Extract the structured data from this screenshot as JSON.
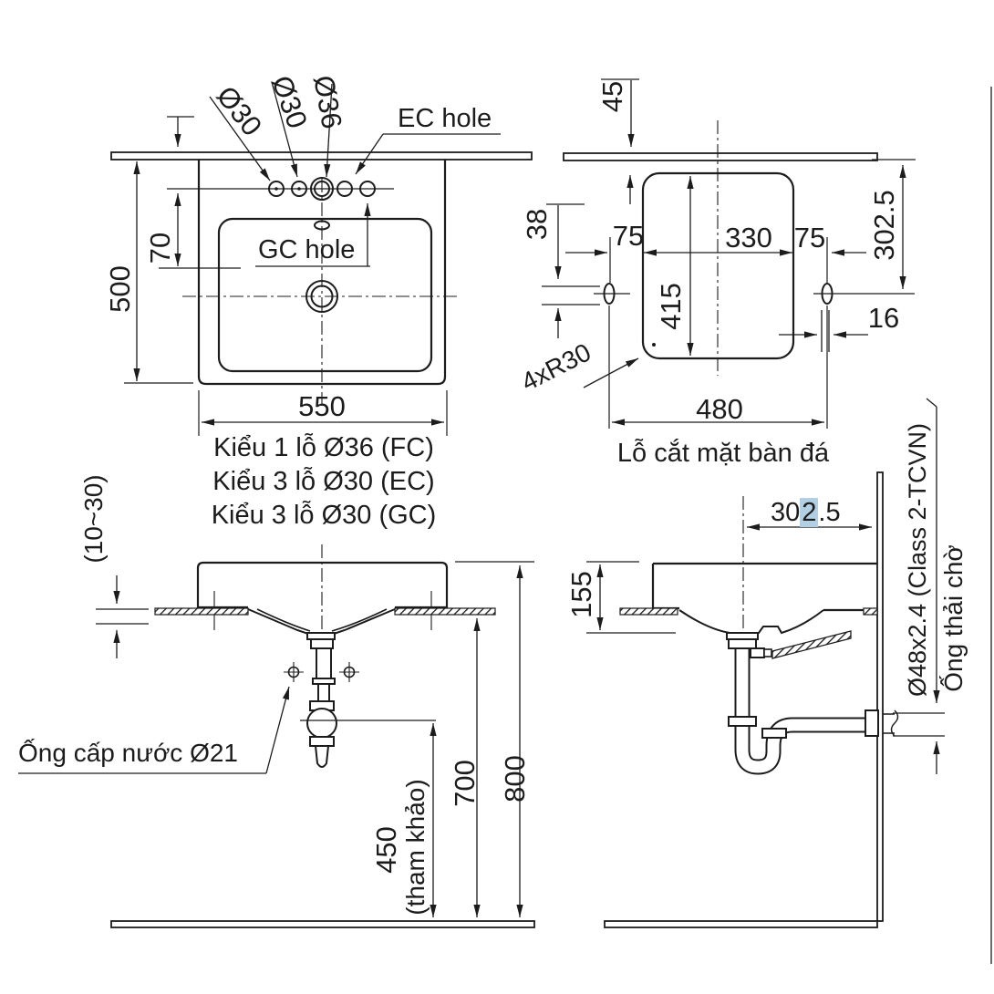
{
  "front_view": {
    "hole_label_1": "Ø30",
    "hole_label_2": "Ø30",
    "hole_label_3": "Ø36",
    "ec_hole": "EC hole",
    "gc_hole": "GC hole",
    "dim_height": "500",
    "dim_hole_offset": "70",
    "dim_width": "550",
    "type_line_1": "Kiểu 1 lỗ Ø36 (FC)",
    "type_line_2": "Kiểu 3 lỗ Ø30 (EC)",
    "type_line_3": "Kiểu 3 lỗ Ø30 (GC)"
  },
  "cutout_view": {
    "dim_top": "45",
    "dim_38": "38",
    "dim_left_margin": "75",
    "dim_center": "330",
    "dim_right_margin": "75",
    "dim_depth": "415",
    "dim_right_height": "302.5",
    "dim_slot": "16",
    "corner_radius": "4xR30",
    "dim_width": "480",
    "caption": "Lỗ cắt mặt bàn đá"
  },
  "front_install_view": {
    "dim_adjust": "(10~30)",
    "supply_pipe": "Ống cấp nước Ø21",
    "dim_450": "450",
    "dim_450_note": "(tham khảo)",
    "dim_700": "700",
    "dim_800": "800"
  },
  "side_install_view": {
    "dim_155": "155",
    "dim_3025_prefix": "30",
    "dim_3025_highlight": "2",
    "dim_3025_suffix": ".5",
    "waste_pipe_spec": "Ø48x2.4 (Class 2-TCVN)",
    "waste_pipe_wait": "Ống thải chờ"
  },
  "colors": {
    "line": "#1c1c1c",
    "highlight": "#b3cfe3",
    "background": "#ffffff"
  }
}
